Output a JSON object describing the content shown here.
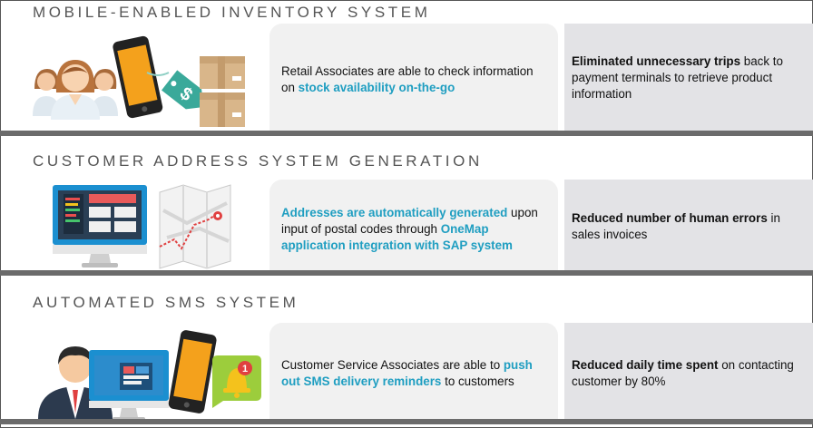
{
  "sections": [
    {
      "title": "MOBILE-ENABLED INVENTORY SYSTEM",
      "middle": {
        "pre": "Retail Associates are able to check information on ",
        "highlight": "stock availability on-the-go",
        "post": ""
      },
      "right": {
        "bold": "Eliminated unnecessary trips",
        "rest": " back to payment terminals to retrieve product information"
      },
      "icons": [
        "people-icon",
        "smartphone-icon",
        "price-tag-icon",
        "boxes-icon"
      ]
    },
    {
      "title": "CUSTOMER ADDRESS SYSTEM GENERATION",
      "middle": {
        "highlight1": "Addresses are automatically generated",
        "mid": " upon input of postal codes through ",
        "highlight2": "OneMap application integration with SAP system"
      },
      "right": {
        "bold": "Reduced number of human errors",
        "rest": " in sales invoices"
      },
      "icons": [
        "monitor-icon",
        "map-icon"
      ]
    },
    {
      "title": "AUTOMATED SMS SYSTEM",
      "middle": {
        "pre": "Customer Service Associates are able to ",
        "highlight": "push out SMS delivery reminders",
        "post": " to customers"
      },
      "right": {
        "bold": "Reduced daily time spent",
        "rest": " on contacting customer by 80%"
      },
      "notification_badge": "1",
      "icons": [
        "businessman-icon",
        "monitor-icon",
        "smartphone-icon",
        "bell-icon"
      ]
    }
  ],
  "colors": {
    "accent": "#1f9ec1",
    "divider": "#6b6b6b",
    "middle_panel": "#f1f1f1",
    "right_panel": "#e3e3e6",
    "title": "#555555"
  }
}
